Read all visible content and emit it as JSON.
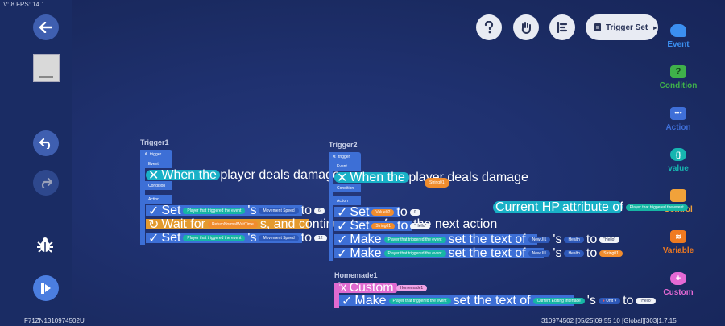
{
  "status": {
    "fps": "V: 8 FPS: 14.1",
    "device_id": "F71ZN1310974502U",
    "footer_info": "310974502    [05/25]09:55 10  [Global][303]1.7.15"
  },
  "toolbar": {
    "trigger_set_label": "Trigger Set"
  },
  "categories": [
    {
      "label": "Event",
      "color": "#3b8ff0",
      "icon": "event-icon"
    },
    {
      "label": "Condition",
      "color": "#3fb14a",
      "icon": "condition-icon"
    },
    {
      "label": "Action",
      "color": "#3f6fd8",
      "icon": "action-icon"
    },
    {
      "label": "value",
      "color": "#17b5b0",
      "icon": "value-icon"
    },
    {
      "label": "Control",
      "color": "#f1a23a",
      "icon": "control-icon"
    },
    {
      "label": "Variable",
      "color": "#f07a20",
      "icon": "variable-icon"
    },
    {
      "label": "Custom",
      "color": "#e469d4",
      "icon": "custom-icon"
    }
  ],
  "trigger1": {
    "title": "Trigger1",
    "head": "trigger",
    "event_label": "Event",
    "event_text": "When the player deals damage",
    "condition_label": "Condition",
    "action_label": "Action",
    "a1": {
      "verb": "Set",
      "target": "Player that triggered the event",
      "s": "'s",
      "prop": "Movement Speed",
      "to": "to",
      "val": "6"
    },
    "a2": {
      "verb": "Wait for",
      "fn": "ReturnNormalWaitTime",
      "rest": "s, and continue to perform the next action"
    },
    "a3": {
      "verb": "Set",
      "target": "Player that triggered the event",
      "s": "'s",
      "prop": "Movement Speed",
      "to": "to",
      "val": "12"
    }
  },
  "trigger2": {
    "title": "Trigger2",
    "head": "trigger",
    "event_label": "Event",
    "event_text": "When the player deals damage",
    "condition_label": "Condition",
    "action_label": "Action",
    "a1": {
      "verb": "Set",
      "var": "Value02",
      "to": "to",
      "val": "0"
    },
    "a2": {
      "verb": "Set",
      "var": "String01",
      "to": "to",
      "val": "\"Hello\""
    },
    "a3": {
      "verb": "Make",
      "target": "Player that triggered the event",
      "mid": "set the text of",
      "ui": "NewUI1",
      "s": "'s",
      "prop": "Health",
      "to": "to",
      "val": "\"Hello\""
    },
    "a4": {
      "verb": "Make",
      "target": "Player that triggered the event",
      "mid": "set the text of",
      "ui": "NewUI1",
      "s": "'s",
      "prop": "Health",
      "to": "to",
      "val": "String01"
    }
  },
  "floating": {
    "string01": "String01",
    "hp_a": "Current HP",
    "hp_b": "attribute of",
    "hp_c": "Player that triggered the event"
  },
  "homemade": {
    "title": "Homemade1",
    "fx": "fx",
    "custom": "Custom",
    "name": "Homemade1",
    "make": "Make",
    "target": "Player that triggered the event",
    "mid": "set the text of",
    "iface": "Current Editing Interface",
    "s": "'s",
    "unit": "Unit",
    "to": "to",
    "val": "\"Hello\""
  }
}
